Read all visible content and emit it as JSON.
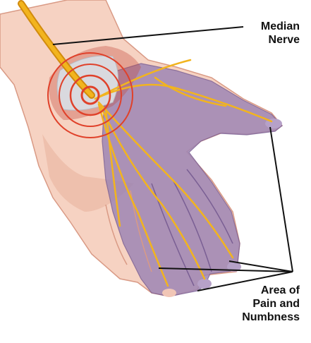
{
  "labels": {
    "median_nerve": [
      "Median",
      "Nerve"
    ],
    "area": [
      "Area of",
      "Pain and",
      "Numbness"
    ]
  },
  "colors": {
    "skin_light": "#f6d2c2",
    "skin_mid": "#eab49e",
    "skin_shadow": "#d99a85",
    "pain_area": "#9e86b4",
    "pain_area_edge": "#7a5f94",
    "nerve": "#f2b41e",
    "nerve_edge": "#d18b0e",
    "tendon": "#d9d9de",
    "inflamed": "#c2493a",
    "target_ring": "#e0412a",
    "pointer_line": "#111111"
  },
  "icons": {
    "target": "concentric-target-icon"
  }
}
